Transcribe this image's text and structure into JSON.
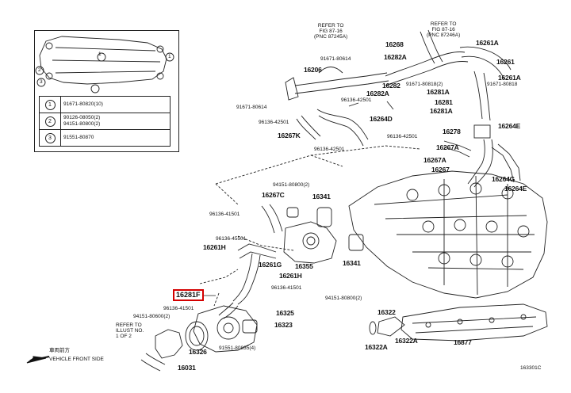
{
  "highlighted_part": "16281F",
  "inset": {
    "table": [
      {
        "key": "1",
        "parts": [
          "91671-80820(10)"
        ]
      },
      {
        "key": "2",
        "parts": [
          "90126-08050(2)",
          "94151-80800(2)"
        ]
      },
      {
        "key": "3",
        "parts": [
          "91551-80870"
        ]
      }
    ]
  },
  "labels": {
    "refer_fig_left": "REFER TO\nFIG 87-16\n(PNC 87245A)",
    "refer_fig_right": "REFER TO\nFIG 87-16\n(PNC 87246A)",
    "refer_bottom": "REFER TO\nILLUST NO.\n1 OF 2",
    "front_side": "VEHICLE FRONT SIDE",
    "front_side_jp": "車両前方",
    "diagram_id": "163301C",
    "p16268": "16268",
    "p16282A_top": "16282A",
    "p16261A_top": "16261A",
    "p16261": "16261",
    "p91671_top": "91671-80614",
    "p16206": "16206",
    "p16282": "16282",
    "p91671_2": "91671-80818(2)",
    "p16261A_2": "16261A",
    "p91671_right": "91671-80818",
    "p16282A_mid": "16282A",
    "p16281A_a": "16281A",
    "p16281": "16281",
    "p16281A_b": "16281A",
    "p91671_left": "91671-80614",
    "p96136_a": "96136-42501",
    "p96136_b": "96136-42501",
    "p16264D": "16264D",
    "p16267K": "16267K",
    "p96136_c": "96136-42501",
    "p96136_d": "96136-42501",
    "p16278": "16278",
    "p16264E_top": "16264E",
    "p16267A_a": "16267A",
    "p16267A_b": "16267A",
    "p16267": "16267",
    "p16264G": "16264G",
    "p16264E_b": "16264E",
    "p94151_a": "94151-80800(2)",
    "p16267C": "16267C",
    "p16341_a": "16341",
    "p96136_e": "96136-41501",
    "p96136_f": "96136-45501",
    "p16261H_a": "16261H",
    "p16261G": "16261G",
    "p16355": "16355",
    "p16341_b": "16341",
    "p16261H_b": "16261H",
    "p96136_g": "96136-41501",
    "p94151_b": "94151-80800(2)",
    "p96136_h": "96136-41501",
    "p94151_c": "94151-80600(2)",
    "p16325": "16325",
    "p16323": "16323",
    "p16326": "16326",
    "p91551": "91551-80835(4)",
    "p16031": "16031",
    "p16322": "16322",
    "p16877": "16877",
    "p16322A_a": "16322A",
    "p16322A_b": "16322A"
  }
}
